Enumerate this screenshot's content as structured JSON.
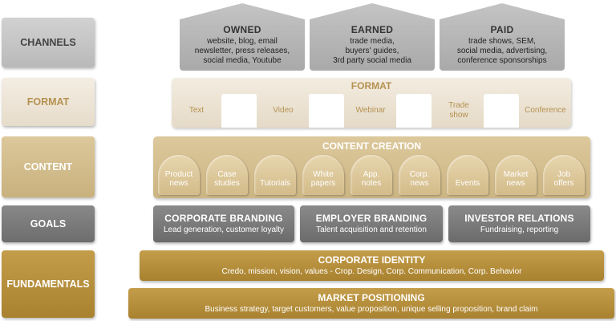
{
  "rows": {
    "channels": "CHANNELS",
    "format": "FORMAT",
    "content": "CONTENT",
    "goals": "GOALS",
    "fundamentals": "FUNDAMENTALS"
  },
  "channels": [
    {
      "title": "OWNED",
      "lines": [
        "website, blog, email",
        "newsletter, press releases,",
        "social media, Youtube"
      ]
    },
    {
      "title": "EARNED",
      "lines": [
        "trade media,",
        "buyers' guides,",
        "3rd party social media"
      ]
    },
    {
      "title": "PAID",
      "lines": [
        "trade shows, SEM,",
        "social media, advertising,",
        "conference sponsorships"
      ]
    }
  ],
  "format": {
    "title": "FORMAT",
    "items": [
      [
        "Text"
      ],
      [
        "Video"
      ],
      [
        "Webinar"
      ],
      [
        "Trade",
        "show"
      ],
      [
        "Conference"
      ]
    ]
  },
  "content": {
    "title": "CONTENT CREATION",
    "items": [
      [
        "Product",
        "news"
      ],
      [
        "Case",
        "studies"
      ],
      [
        "Tutorials"
      ],
      [
        "White",
        "papers"
      ],
      [
        "App.",
        "notes"
      ],
      [
        "Corp.",
        "news"
      ],
      [
        "Events"
      ],
      [
        "Market",
        "news"
      ],
      [
        "Job",
        "offers"
      ]
    ]
  },
  "goals": [
    {
      "title": "CORPORATE BRANDING",
      "desc": "Lead generation, customer loyalty"
    },
    {
      "title": "EMPLOYER BRANDING",
      "desc": "Talent acquisition and retention"
    },
    {
      "title": "INVESTOR RELATIONS",
      "desc": "Fundraising, reporting"
    }
  ],
  "fundamentals": [
    {
      "title": "CORPORATE IDENTITY",
      "desc": "Credo, mission, vision, values - Crop. Design, Corp. Communication, Corp. Behavior"
    },
    {
      "title": "MARKET POSITIONING",
      "desc": "Business strategy, target customers, value proposition, unique selling proposition, brand claim"
    }
  ],
  "colors": {
    "channel_grey": "#b5b5b5",
    "format_cream": "#ece3d4",
    "format_text": "#b59150",
    "content_beige": "#d4bf8f",
    "goal_grey": "#7a7a7a",
    "fundamentals_gold": "#b38f3d"
  }
}
